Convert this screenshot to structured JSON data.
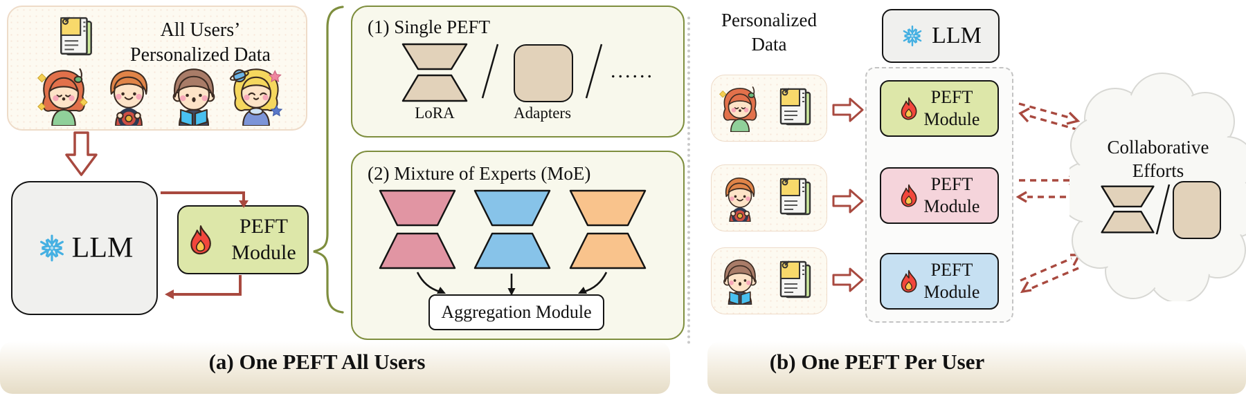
{
  "colors": {
    "accent_red": "#a8493f",
    "olive_border": "#7e8e3e",
    "panel_ivory": "#f8f8ec",
    "tan_shape": "#e2d2ba",
    "expert_pink": "#e195a3",
    "expert_blue": "#87c3e9",
    "expert_orange": "#f9c38c",
    "llm_gray": "#f0f0ee",
    "cream_box": "#fdfaf1",
    "band_beige": "#e5dcc6"
  },
  "panel_a": {
    "caption": "(a) One PEFT All Users",
    "data_box_line1": "All Users’",
    "data_box_line2": "Personalized Data",
    "llm_label": "LLM",
    "peft_line1": "PEFT",
    "peft_line2": "Module",
    "single_peft_title": "(1) Single PEFT",
    "lora_label": "LoRA",
    "adapters_label": "Adapters",
    "slash": "/",
    "ellipsis": "......",
    "moe_title": "(2) Mixture of Experts (MoE)",
    "aggregation_label": "Aggregation Module"
  },
  "panel_b": {
    "caption": "(b) One PEFT Per User",
    "data_title_line1": "Personalized",
    "data_title_line2": "Data",
    "llm_label": "LLM",
    "peft_modules": [
      {
        "line1": "PEFT",
        "line2": "Module",
        "color": "#dde7a9"
      },
      {
        "line1": "PEFT",
        "line2": "Module",
        "color": "#f5d4db"
      },
      {
        "line1": "PEFT",
        "line2": "Module",
        "color": "#c6e0f2"
      }
    ],
    "cloud_line1": "Collaborative",
    "cloud_line2": "Efforts",
    "cloud_slash": "/"
  },
  "icons": {
    "snowflake": "frozen LLM",
    "flame": "trainable PEFT module",
    "document": "personalized data notes",
    "avatars": [
      "girl-music",
      "boy-driver",
      "boy-reader",
      "girl-planet"
    ]
  }
}
